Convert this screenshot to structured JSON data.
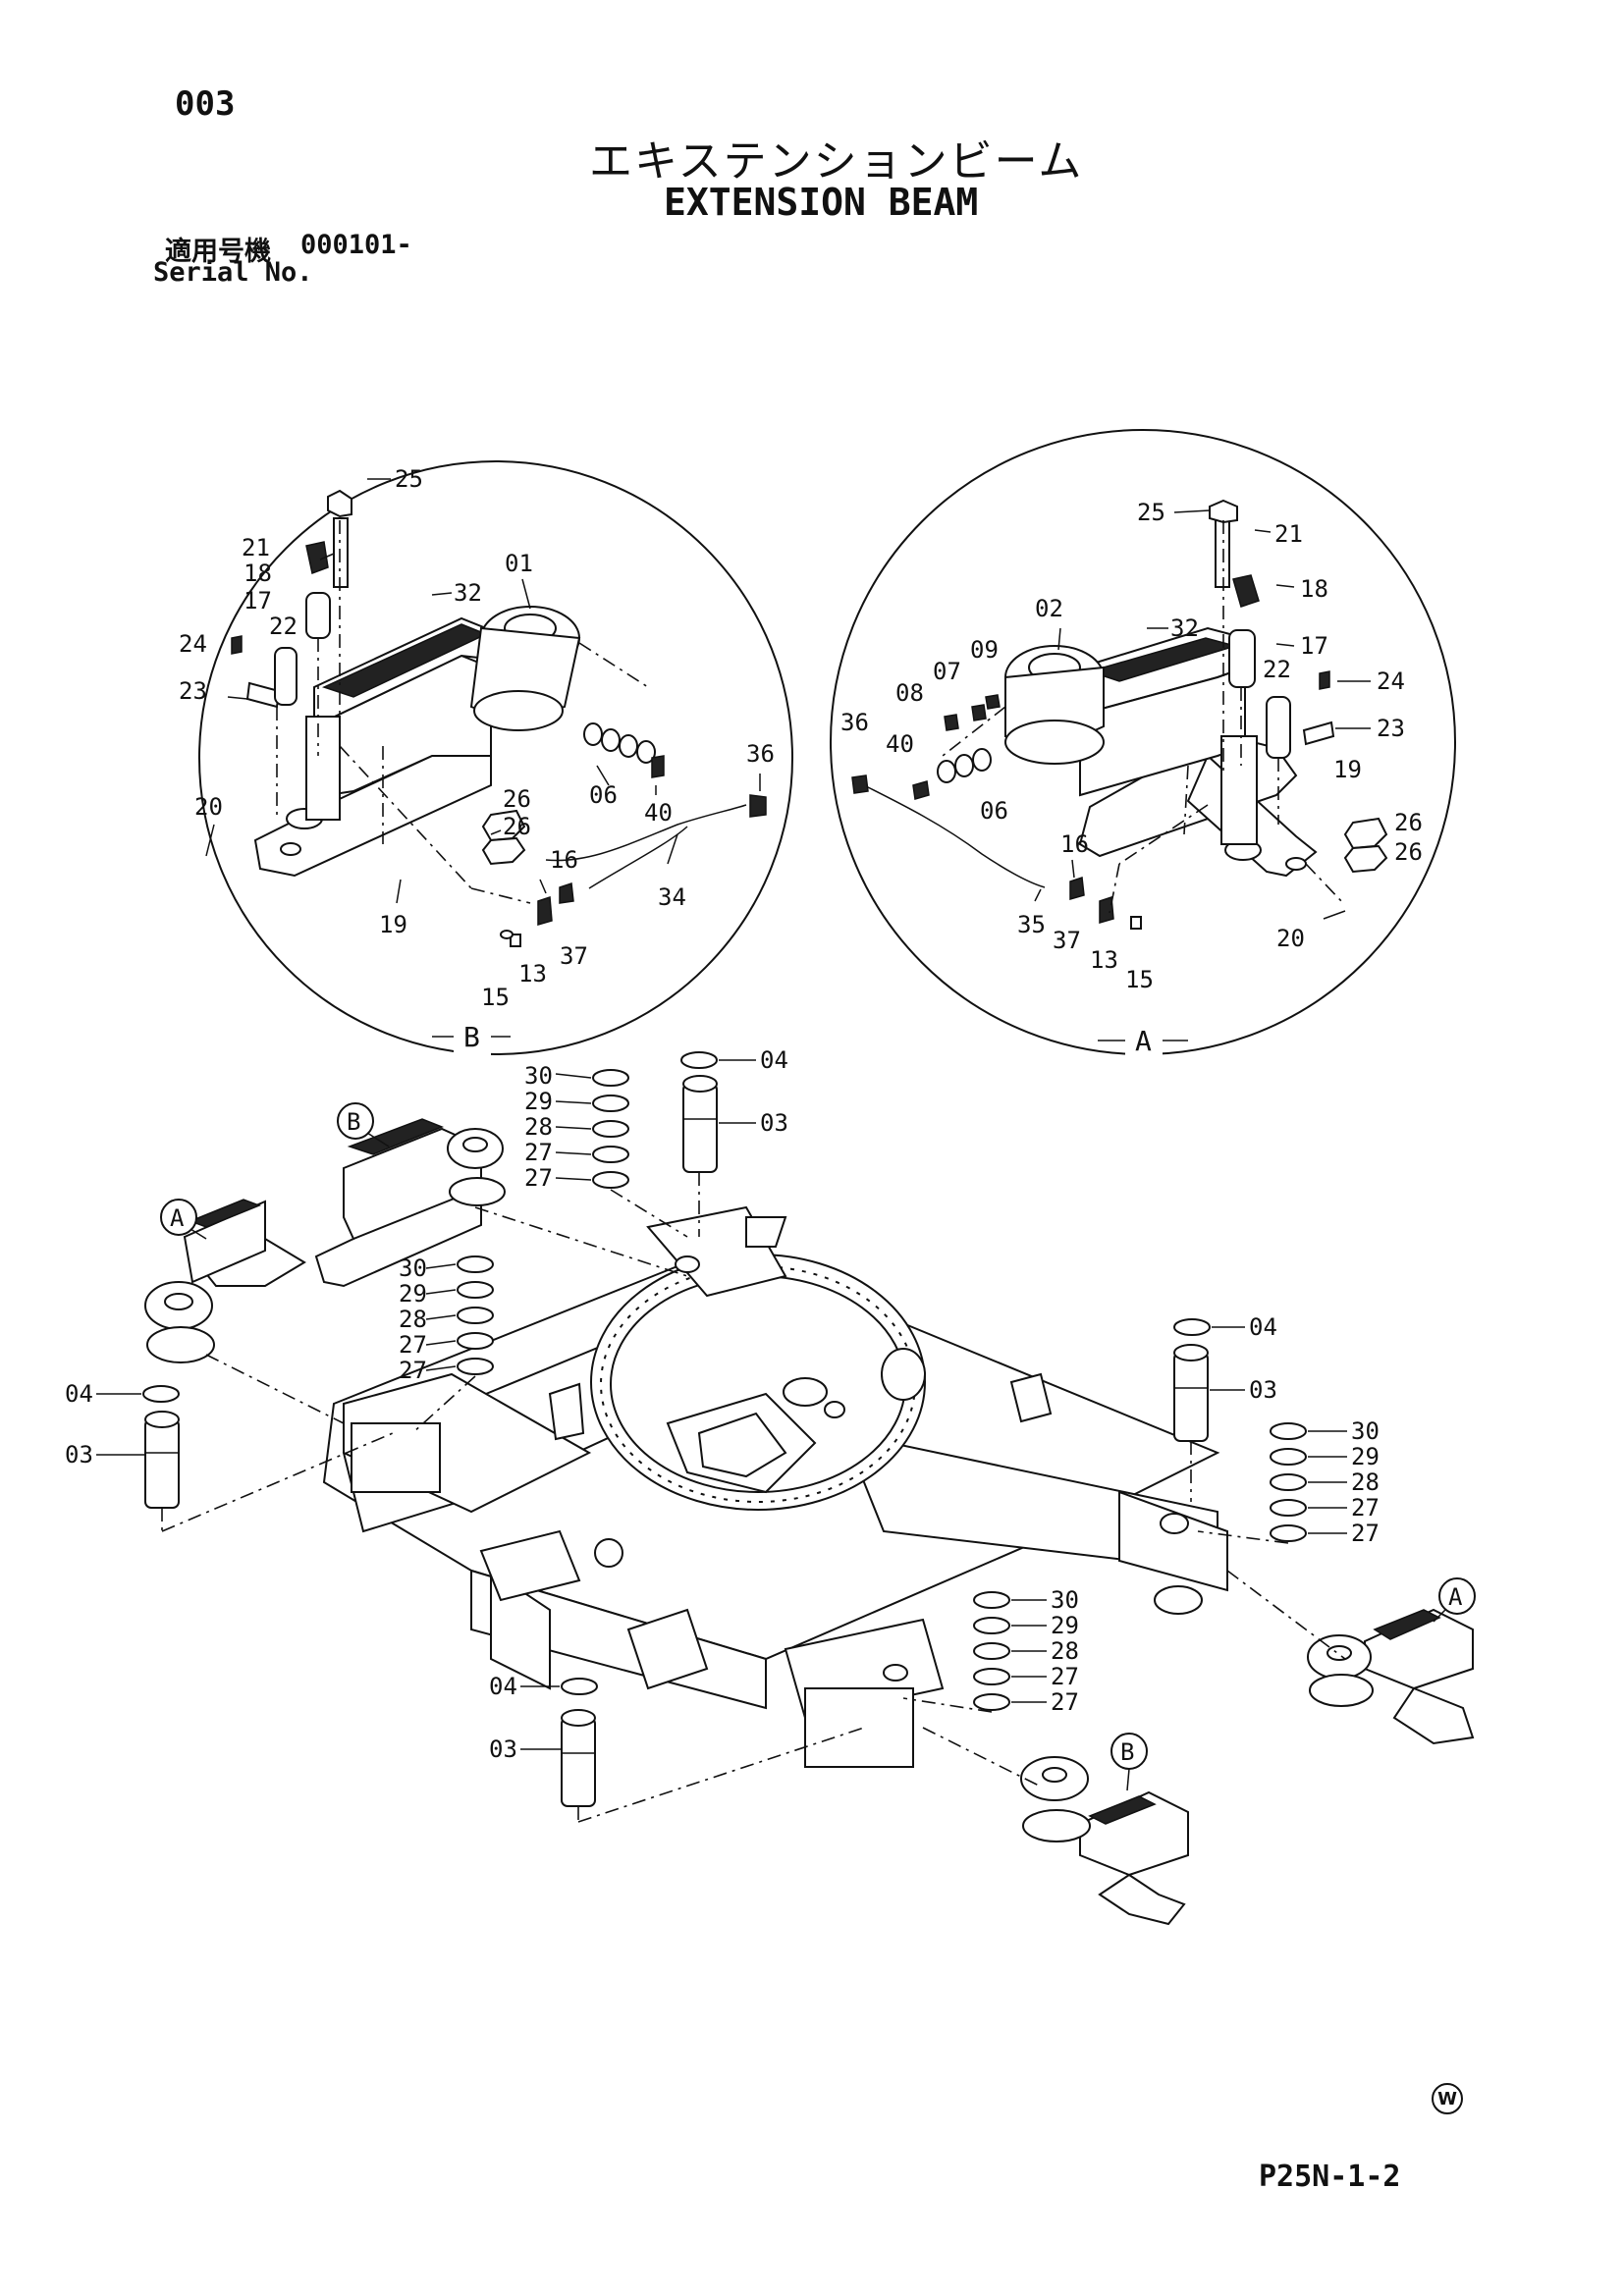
{
  "header": {
    "page_number": "003",
    "title_jp": "エキステンションビーム",
    "title_en": "EXTENSION BEAM",
    "serial_label_jp": "適用号機",
    "serial_value": "000101-",
    "serial_label_en": "Serial No."
  },
  "footer": {
    "page_code": "P25N-1-2",
    "mark": "W"
  },
  "detail_b": {
    "label": "B",
    "callouts": [
      "25",
      "21",
      "18",
      "17",
      "22",
      "24",
      "23",
      "32",
      "01",
      "26",
      "26",
      "06",
      "40",
      "36",
      "20",
      "19",
      "16",
      "34",
      "37",
      "13",
      "15"
    ]
  },
  "detail_a": {
    "label": "A",
    "callouts": [
      "25",
      "21",
      "18",
      "17",
      "22",
      "24",
      "23",
      "32",
      "02",
      "09",
      "07",
      "08",
      "36",
      "40",
      "06",
      "19",
      "26",
      "26",
      "16",
      "35",
      "37",
      "13",
      "15",
      "20"
    ]
  },
  "main": {
    "ref_markers": [
      "B",
      "A",
      "A",
      "B"
    ],
    "callouts": [
      "30",
      "29",
      "28",
      "27",
      "27",
      "04",
      "03",
      "30",
      "29",
      "28",
      "27",
      "27",
      "04",
      "03",
      "04",
      "03",
      "30",
      "29",
      "28",
      "27",
      "27",
      "30",
      "29",
      "28",
      "27",
      "27",
      "04",
      "03"
    ]
  }
}
